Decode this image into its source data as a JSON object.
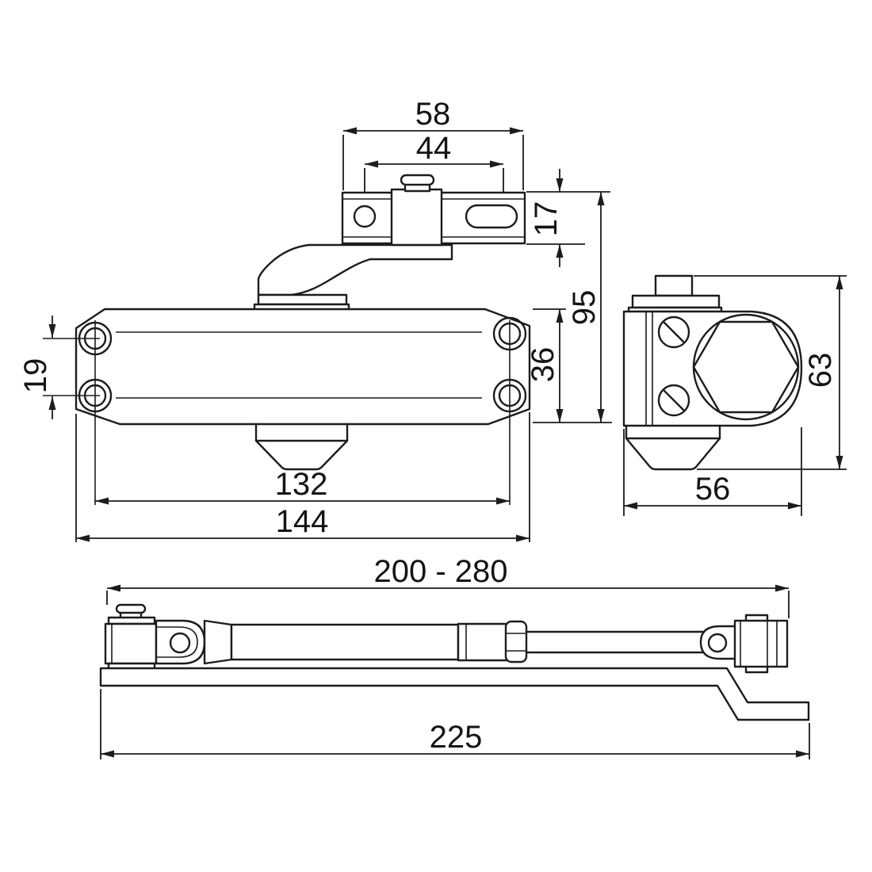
{
  "title": "Door closer dimensional technical drawing",
  "colors": {
    "line": "#1c1c1c",
    "background": "#ffffff"
  },
  "dims": {
    "bracket_width": "58",
    "bracket_hole_spacing": "44",
    "bracket_height": "17",
    "body_hole_spacing": "19",
    "body_height": "36",
    "overall_height": "95",
    "mounting_hole_length": "132",
    "body_length": "144",
    "side_width": "56",
    "side_height": "63",
    "arm_length_range": "200 - 280",
    "slide_rail_length": "225"
  }
}
